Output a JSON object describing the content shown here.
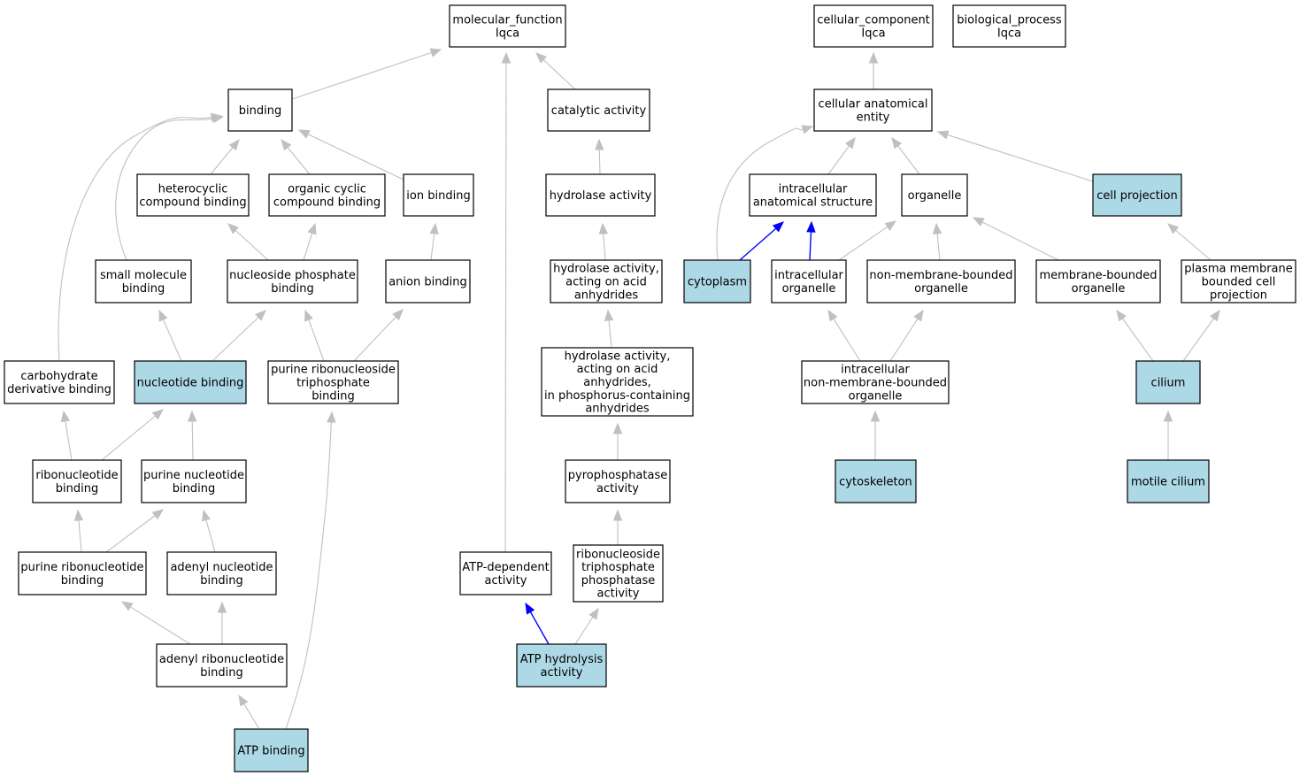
{
  "colors": {
    "highlight": "#add8e6",
    "plain": "#ffffff",
    "edge": "#c0c0c0",
    "edge_highlight": "#0000ff"
  },
  "nodes": [
    {
      "id": "molecular_function",
      "lines": [
        "molecular_function",
        "Iqca"
      ],
      "highlighted": false
    },
    {
      "id": "cellular_component",
      "lines": [
        "cellular_component",
        "Iqca"
      ],
      "highlighted": false
    },
    {
      "id": "biological_process",
      "lines": [
        "biological_process",
        "Iqca"
      ],
      "highlighted": false
    },
    {
      "id": "binding",
      "lines": [
        "binding"
      ],
      "highlighted": false
    },
    {
      "id": "catalytic_activity",
      "lines": [
        "catalytic activity"
      ],
      "highlighted": false
    },
    {
      "id": "cellular_anatomical_entity",
      "lines": [
        "cellular anatomical",
        "entity"
      ],
      "highlighted": false
    },
    {
      "id": "heterocyclic_compound_binding",
      "lines": [
        "heterocyclic",
        "compound binding"
      ],
      "highlighted": false
    },
    {
      "id": "organic_cyclic_compound_binding",
      "lines": [
        "organic cyclic",
        "compound binding"
      ],
      "highlighted": false
    },
    {
      "id": "ion_binding",
      "lines": [
        "ion binding"
      ],
      "highlighted": false
    },
    {
      "id": "hydrolase_activity",
      "lines": [
        "hydrolase activity"
      ],
      "highlighted": false
    },
    {
      "id": "intracellular_anatomical_structure",
      "lines": [
        "intracellular",
        "anatomical structure"
      ],
      "highlighted": false
    },
    {
      "id": "organelle",
      "lines": [
        "organelle"
      ],
      "highlighted": false
    },
    {
      "id": "cell_projection",
      "lines": [
        "cell projection"
      ],
      "highlighted": true
    },
    {
      "id": "small_molecule_binding",
      "lines": [
        "small molecule",
        "binding"
      ],
      "highlighted": false
    },
    {
      "id": "nucleoside_phosphate_binding",
      "lines": [
        "nucleoside phosphate",
        "binding"
      ],
      "highlighted": false
    },
    {
      "id": "anion_binding",
      "lines": [
        "anion binding"
      ],
      "highlighted": false
    },
    {
      "id": "hydrolase_acid_anhydrides",
      "lines": [
        "hydrolase activity,",
        "acting on acid",
        "anhydrides"
      ],
      "highlighted": false
    },
    {
      "id": "cytoplasm",
      "lines": [
        "cytoplasm"
      ],
      "highlighted": true
    },
    {
      "id": "intracellular_organelle",
      "lines": [
        "intracellular",
        "organelle"
      ],
      "highlighted": false
    },
    {
      "id": "non_membrane_bounded_organelle",
      "lines": [
        "non-membrane-bounded",
        "organelle"
      ],
      "highlighted": false
    },
    {
      "id": "membrane_bounded_organelle",
      "lines": [
        "membrane-bounded",
        "organelle"
      ],
      "highlighted": false
    },
    {
      "id": "plasma_membrane_bounded_cell_projection",
      "lines": [
        "plasma membrane",
        "bounded cell",
        "projection"
      ],
      "highlighted": false
    },
    {
      "id": "carbohydrate_derivative_binding",
      "lines": [
        "carbohydrate",
        "derivative binding"
      ],
      "highlighted": false
    },
    {
      "id": "nucleotide_binding",
      "lines": [
        "nucleotide binding"
      ],
      "highlighted": true
    },
    {
      "id": "purine_ribonucleoside_triphosphate_binding",
      "lines": [
        "purine ribonucleoside",
        "triphosphate",
        "binding"
      ],
      "highlighted": false
    },
    {
      "id": "hydrolase_phosphorus_anhydrides",
      "lines": [
        "hydrolase activity,",
        "acting on acid",
        "anhydrides,",
        "in phosphorus-containing",
        "anhydrides"
      ],
      "highlighted": false
    },
    {
      "id": "intracellular_non_membrane_bounded_organelle",
      "lines": [
        "intracellular",
        "non-membrane-bounded",
        "organelle"
      ],
      "highlighted": false
    },
    {
      "id": "cilium",
      "lines": [
        "cilium"
      ],
      "highlighted": true
    },
    {
      "id": "ribonucleotide_binding",
      "lines": [
        "ribonucleotide",
        "binding"
      ],
      "highlighted": false
    },
    {
      "id": "purine_nucleotide_binding",
      "lines": [
        "purine nucleotide",
        "binding"
      ],
      "highlighted": false
    },
    {
      "id": "pyrophosphatase_activity",
      "lines": [
        "pyrophosphatase",
        "activity"
      ],
      "highlighted": false
    },
    {
      "id": "cytoskeleton",
      "lines": [
        "cytoskeleton"
      ],
      "highlighted": true
    },
    {
      "id": "motile_cilium",
      "lines": [
        "motile cilium"
      ],
      "highlighted": true
    },
    {
      "id": "purine_ribonucleotide_binding",
      "lines": [
        "purine ribonucleotide",
        "binding"
      ],
      "highlighted": false
    },
    {
      "id": "adenyl_nucleotide_binding",
      "lines": [
        "adenyl nucleotide",
        "binding"
      ],
      "highlighted": false
    },
    {
      "id": "atp_dependent_activity",
      "lines": [
        "ATP-dependent",
        "activity"
      ],
      "highlighted": false
    },
    {
      "id": "ribonucleoside_triphosphate_phosphatase_activity",
      "lines": [
        "ribonucleoside",
        "triphosphate",
        "phosphatase",
        "activity"
      ],
      "highlighted": false
    },
    {
      "id": "adenyl_ribonucleotide_binding",
      "lines": [
        "adenyl ribonucleotide",
        "binding"
      ],
      "highlighted": false
    },
    {
      "id": "atp_hydrolysis_activity",
      "lines": [
        "ATP hydrolysis",
        "activity"
      ],
      "highlighted": true
    },
    {
      "id": "atp_binding",
      "lines": [
        "ATP binding"
      ],
      "highlighted": true
    }
  ],
  "edges": [
    {
      "from": "binding",
      "to": "molecular_function",
      "highlight": false
    },
    {
      "from": "catalytic_activity",
      "to": "molecular_function",
      "highlight": false
    },
    {
      "from": "atp_dependent_activity",
      "to": "molecular_function",
      "highlight": false
    },
    {
      "from": "cellular_anatomical_entity",
      "to": "cellular_component",
      "highlight": false
    },
    {
      "from": "heterocyclic_compound_binding",
      "to": "binding",
      "highlight": false
    },
    {
      "from": "organic_cyclic_compound_binding",
      "to": "binding",
      "highlight": false
    },
    {
      "from": "ion_binding",
      "to": "binding",
      "highlight": false
    },
    {
      "from": "small_molecule_binding",
      "to": "binding",
      "highlight": false
    },
    {
      "from": "carbohydrate_derivative_binding",
      "to": "binding",
      "highlight": false
    },
    {
      "from": "hydrolase_activity",
      "to": "catalytic_activity",
      "highlight": false
    },
    {
      "from": "intracellular_anatomical_structure",
      "to": "cellular_anatomical_entity",
      "highlight": false
    },
    {
      "from": "organelle",
      "to": "cellular_anatomical_entity",
      "highlight": false
    },
    {
      "from": "cell_projection",
      "to": "cellular_anatomical_entity",
      "highlight": false
    },
    {
      "from": "cytoplasm",
      "to": "cellular_anatomical_entity",
      "highlight": false
    },
    {
      "from": "nucleoside_phosphate_binding",
      "to": "heterocyclic_compound_binding",
      "highlight": false
    },
    {
      "from": "nucleoside_phosphate_binding",
      "to": "organic_cyclic_compound_binding",
      "highlight": false
    },
    {
      "from": "anion_binding",
      "to": "ion_binding",
      "highlight": false
    },
    {
      "from": "hydrolase_acid_anhydrides",
      "to": "hydrolase_activity",
      "highlight": false
    },
    {
      "from": "cytoplasm",
      "to": "intracellular_anatomical_structure",
      "highlight": true
    },
    {
      "from": "intracellular_organelle",
      "to": "intracellular_anatomical_structure",
      "highlight": true
    },
    {
      "from": "intracellular_organelle",
      "to": "organelle",
      "highlight": false
    },
    {
      "from": "non_membrane_bounded_organelle",
      "to": "organelle",
      "highlight": false
    },
    {
      "from": "membrane_bounded_organelle",
      "to": "organelle",
      "highlight": false
    },
    {
      "from": "plasma_membrane_bounded_cell_projection",
      "to": "cell_projection",
      "highlight": false
    },
    {
      "from": "nucleotide_binding",
      "to": "small_molecule_binding",
      "highlight": false
    },
    {
      "from": "nucleotide_binding",
      "to": "nucleoside_phosphate_binding",
      "highlight": false
    },
    {
      "from": "purine_ribonucleoside_triphosphate_binding",
      "to": "nucleoside_phosphate_binding",
      "highlight": false
    },
    {
      "from": "purine_ribonucleoside_triphosphate_binding",
      "to": "anion_binding",
      "highlight": false
    },
    {
      "from": "hydrolase_phosphorus_anhydrides",
      "to": "hydrolase_acid_anhydrides",
      "highlight": false
    },
    {
      "from": "intracellular_non_membrane_bounded_organelle",
      "to": "intracellular_organelle",
      "highlight": false
    },
    {
      "from": "intracellular_non_membrane_bounded_organelle",
      "to": "non_membrane_bounded_organelle",
      "highlight": false
    },
    {
      "from": "cilium",
      "to": "membrane_bounded_organelle",
      "highlight": false
    },
    {
      "from": "cilium",
      "to": "plasma_membrane_bounded_cell_projection",
      "highlight": false
    },
    {
      "from": "ribonucleotide_binding",
      "to": "carbohydrate_derivative_binding",
      "highlight": false
    },
    {
      "from": "ribonucleotide_binding",
      "to": "nucleotide_binding",
      "highlight": false
    },
    {
      "from": "purine_nucleotide_binding",
      "to": "nucleotide_binding",
      "highlight": false
    },
    {
      "from": "pyrophosphatase_activity",
      "to": "hydrolase_phosphorus_anhydrides",
      "highlight": false
    },
    {
      "from": "cytoskeleton",
      "to": "intracellular_non_membrane_bounded_organelle",
      "highlight": false
    },
    {
      "from": "motile_cilium",
      "to": "cilium",
      "highlight": false
    },
    {
      "from": "purine_ribonucleotide_binding",
      "to": "ribonucleotide_binding",
      "highlight": false
    },
    {
      "from": "purine_ribonucleotide_binding",
      "to": "purine_nucleotide_binding",
      "highlight": false
    },
    {
      "from": "adenyl_nucleotide_binding",
      "to": "purine_nucleotide_binding",
      "highlight": false
    },
    {
      "from": "ribonucleoside_triphosphate_phosphatase_activity",
      "to": "pyrophosphatase_activity",
      "highlight": false
    },
    {
      "from": "adenyl_ribonucleotide_binding",
      "to": "purine_ribonucleotide_binding",
      "highlight": false
    },
    {
      "from": "adenyl_ribonucleotide_binding",
      "to": "adenyl_nucleotide_binding",
      "highlight": false
    },
    {
      "from": "atp_hydrolysis_activity",
      "to": "atp_dependent_activity",
      "highlight": true
    },
    {
      "from": "atp_hydrolysis_activity",
      "to": "ribonucleoside_triphosphate_phosphatase_activity",
      "highlight": false
    },
    {
      "from": "atp_binding",
      "to": "adenyl_ribonucleotide_binding",
      "highlight": false
    },
    {
      "from": "atp_binding",
      "to": "purine_ribonucleoside_triphosphate_binding",
      "highlight": false
    }
  ]
}
